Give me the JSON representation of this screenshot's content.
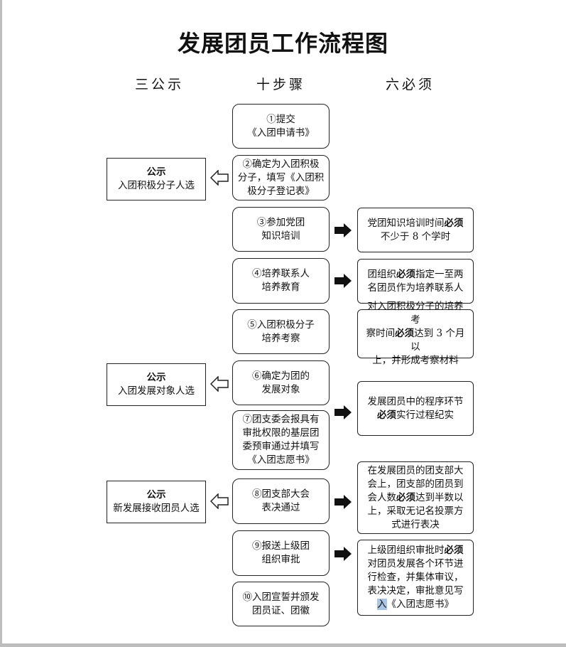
{
  "title": "发展团员工作流程图",
  "column_headers": {
    "left": "三公示",
    "center": "十步骤",
    "right": "六必须"
  },
  "steps": [
    {
      "text": "①提交\n《入团申请书》"
    },
    {
      "text": "②确定为入团积极\n分子，填写《入团积\n极分子登记表》"
    },
    {
      "text": "③参加党团\n知识培训"
    },
    {
      "text": "④培养联系人\n培养教育"
    },
    {
      "text": "⑤入团积极分子\n培养考察"
    },
    {
      "text": "⑥确定为团的\n发展对象"
    },
    {
      "text": "⑦团支委会报具有\n审批权限的基层团\n委预审通过并填写\n《入团志愿书》"
    },
    {
      "text": "⑧团支部大会\n表决通过"
    },
    {
      "text": "⑨报送上级团\n组织审批"
    },
    {
      "text": "⑩入团宣誓并颁发\n团员证、团徽"
    }
  ],
  "publicity": [
    {
      "heading": "公示",
      "text": "入团积极分子人选"
    },
    {
      "heading": "公示",
      "text": "入团发展对象人选"
    },
    {
      "heading": "公示",
      "text": "新发展接收团员人选"
    }
  ],
  "requirements": [
    {
      "before": "党团知识培训时间",
      "keyword": "必须",
      "after": "\n不少于 8 个学时"
    },
    {
      "before": "团组织",
      "keyword": "必须",
      "after": "指定一至两\n名团员作为培养联系人"
    },
    {
      "before": "对入团积极分子的培养考\n察时间",
      "keyword": "必须",
      "after": "达到 3 个月以\n上，并形成考察材料"
    },
    {
      "before": "发展团员中的程序环节\n",
      "keyword": "必须",
      "after": "实行过程纪实"
    },
    {
      "before": "在发展团员的团支部大\n会上，团支部的团员到\n会人数",
      "keyword": "必须",
      "after": "达到半数以\n上，采取无记名投票方\n式进行表决"
    },
    {
      "before": "上级团组织审批时",
      "keyword": "必须",
      "after": "\n对团员发展各个环节进\n行检查，并集体审议，\n表决决定，审批意见写\n",
      "highlight": "入",
      "tail": "《入团志愿书》"
    }
  ]
}
